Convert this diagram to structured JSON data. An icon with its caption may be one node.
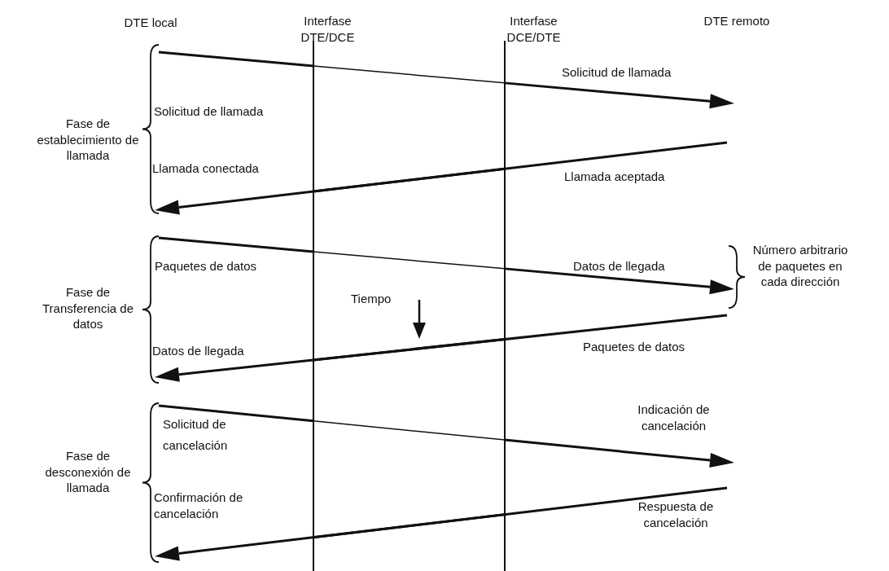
{
  "diagram": {
    "labels": [
      "DTE local",
      "Interfase DTE/DCE",
      "Interfase DCE/DTE",
      "DTE remoto",
      "Fase de establecimiento de llamada",
      "Solicitud de llamada",
      "Solicitud de llamada",
      "Llamada conectada",
      "Llamada aceptada",
      "Fase de Transferencia de datos",
      "Paquetes de datos",
      "Datos de llegada",
      "Número arbitrario de paquetes en cada dirección",
      "Tiempo",
      "Datos de llegada",
      "Paquetes de datos",
      "Fase de desconexión de llamada",
      "Solicitud de cancelación",
      "Indicación de cancelación",
      "Confirmación de cancelación",
      "Respuesta de cancelación"
    ]
  }
}
